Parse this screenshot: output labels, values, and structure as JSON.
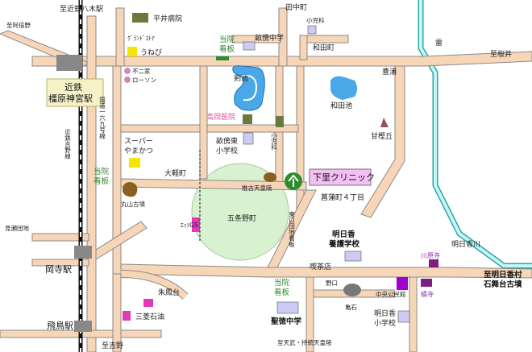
{
  "labels": {
    "to_yagi": "至近鉄八木駅",
    "hirai": "平井病院",
    "tanaka_st": "田中町",
    "shoji1": "小児科",
    "hamada": "和田町",
    "to_abe": "至阿倍野",
    "grand": "ｸﾞﾗﾝﾄﾞｽﾄｱ",
    "unebi": "うねび",
    "toin1": "当院",
    "kanban1": "看板",
    "unebi_jhs": "畝傍中学",
    "kanaike": "剣池",
    "toyoura": "豊浦",
    "to_sakurai": "至桜井",
    "ikazuchi": "雷",
    "futatsuya": "不二家",
    "lawson": "ローソン",
    "kintetsu": "近鉄",
    "kashihara": "橿原神宮駅",
    "kokudo": "国道一六九号線",
    "wadaike": "和田池",
    "takaoka": "高岡医院",
    "amakashi": "甘樫丘",
    "shoji2": "小児科",
    "super": "スーパー",
    "yamakatsu": "やまかつ",
    "unebi_higashi": "畝傍東",
    "shogakko": "小学校",
    "ohgaru": "大軽町",
    "kinkan": "近鉄吉野線",
    "toin2": "当院",
    "kanban2": "看板",
    "clinic": "下里クリニック",
    "kengo": "推古天皇陵",
    "maruyama": "丸山古墳",
    "gojono": "五条野町",
    "kamobu": "菖蒲町４丁目",
    "higashiguchi": "東口団地看板",
    "ekkasu": "ｴｯｿGS",
    "mise": "見瀬団地",
    "asuka_school1": "明日香",
    "yogo": "養護学校",
    "kissa": "喫茶店",
    "asuka_kawa": "明日香川",
    "okadera": "岡寺駅",
    "kawahara": "川原寺",
    "to_ishibutai1": "至明日香村",
    "to_ishibutai2": "石舞台古墳",
    "suzaku": "朱鳳台",
    "toin3": "当院",
    "kanban3": "看板",
    "noguchi": "野口",
    "chuo": "中央公民館",
    "kameishi": "亀石",
    "tachibana": "橘寺",
    "mitsubishi": "三菱石油",
    "asuka_stn": "飛鳥駅",
    "seitoku": "聖徳中学",
    "asuka_sho1": "明日香",
    "asuka_sho2": "小学校",
    "to_yoshino": "至吉野",
    "tenmu": "至天武・持統天皇陵"
  },
  "colors": {
    "road": "#f7d6b8",
    "park": "#d8f2d0",
    "water": "#4aa8e8",
    "river": "#8fe0e0",
    "clinic_box": "#f4c0f4",
    "station_box": "#f6f2c8",
    "yellow": "#f4e600",
    "olive": "#6b7a3a",
    "lavender": "#ccccf2",
    "magenta": "#e03ab8",
    "purple": "#a000d0",
    "green": "#2e8b2e"
  }
}
